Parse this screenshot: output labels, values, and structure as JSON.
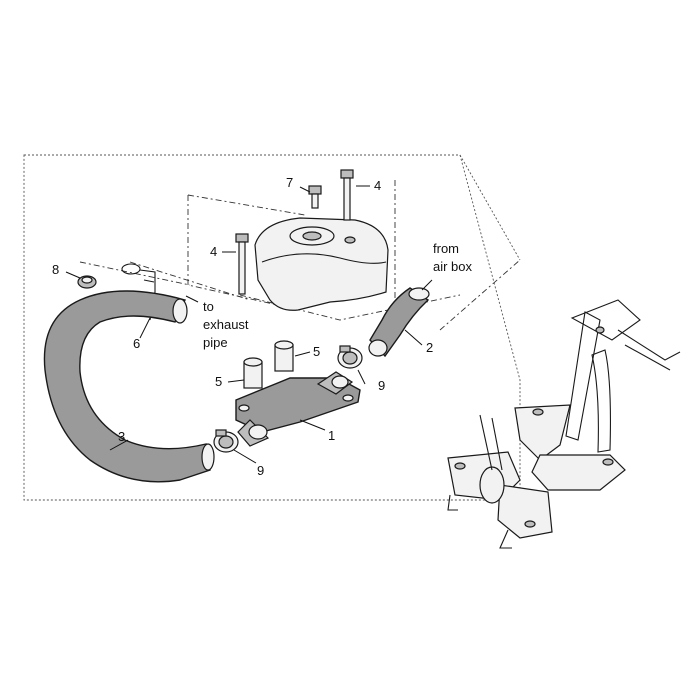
{
  "callouts": {
    "c1": "1",
    "c2": "2",
    "c3": "3",
    "c4a": "4",
    "c4b": "4",
    "c5a": "5",
    "c5b": "5",
    "c6": "6",
    "c7": "7",
    "c8": "8",
    "c9a": "9",
    "c9b": "9"
  },
  "notes": {
    "exhaust_line1": "to",
    "exhaust_line2": "exhaust",
    "exhaust_line3": "pipe",
    "airbox_line1": "from",
    "airbox_line2": "air box"
  },
  "colors": {
    "part_fill": "#9a9a9a",
    "outline": "#1a1a1a",
    "background": "#ffffff"
  }
}
